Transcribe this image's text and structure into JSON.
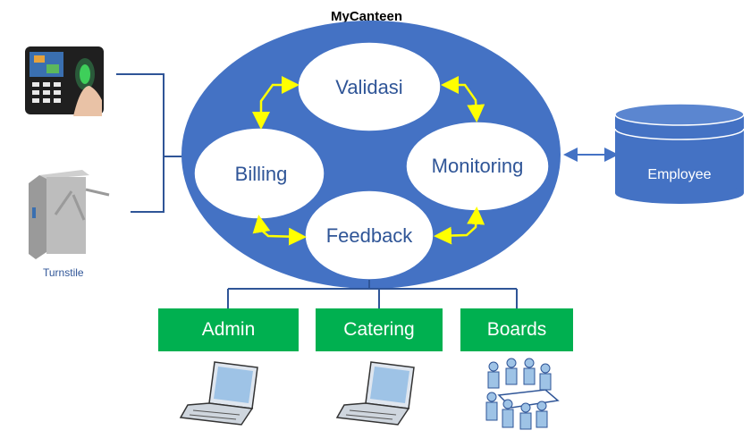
{
  "title": "MyCanteen",
  "modules": {
    "validasi": "Validasi",
    "billing": "Billing",
    "monitoring": "Monitoring",
    "feedback": "Feedback"
  },
  "database": {
    "label": "Employee"
  },
  "devices": {
    "turnstile_label": "Turnstile"
  },
  "roles": {
    "admin": "Admin",
    "catering": "Catering",
    "boards": "Boards"
  },
  "colors": {
    "oval_blue": "#4472C4",
    "accent_yellow": "#FFFF00",
    "role_green": "#00B050",
    "text_blue": "#2F5597"
  },
  "icons": [
    "fingerprint-terminal-icon",
    "turnstile-icon",
    "database-icon",
    "laptop-icon",
    "meeting-icon"
  ]
}
